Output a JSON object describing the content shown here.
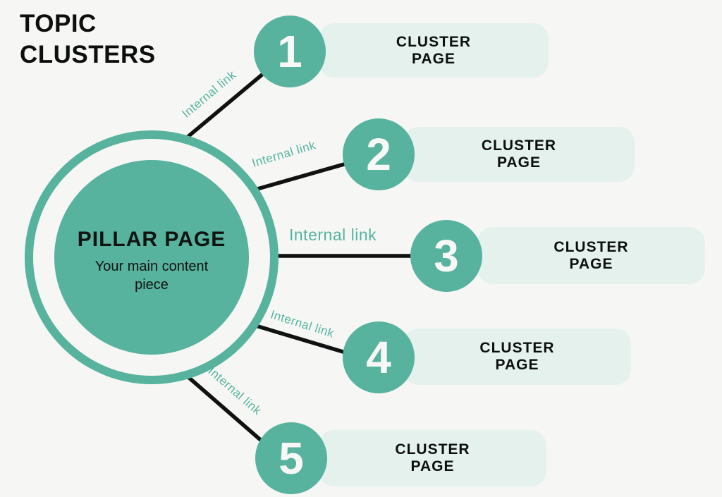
{
  "title": {
    "line1": "TOPIC",
    "line2": "CLUSTERS"
  },
  "pillar": {
    "heading": "PILLAR PAGE",
    "subheading": "Your main content piece"
  },
  "connections": [
    {
      "label": "Internal link"
    },
    {
      "label": "Internal link"
    },
    {
      "label": "Internal link"
    },
    {
      "label": "Internal link"
    },
    {
      "label": "Internal link"
    }
  ],
  "clusters": [
    {
      "number": "1",
      "label": "CLUSTER PAGE"
    },
    {
      "number": "2",
      "label": "CLUSTER PAGE"
    },
    {
      "number": "3",
      "label": "CLUSTER PAGE"
    },
    {
      "number": "4",
      "label": "CLUSTER PAGE"
    },
    {
      "number": "5",
      "label": "CLUSTER PAGE"
    }
  ],
  "colors": {
    "background": "#f6f7f5",
    "teal": "#57b29e",
    "light_mint_box": "#e4f1ed",
    "line_black": "#101211",
    "label_teal": "#56b3a0",
    "text_black": "#0d0f0d",
    "number_white": "#f7f8f6"
  }
}
